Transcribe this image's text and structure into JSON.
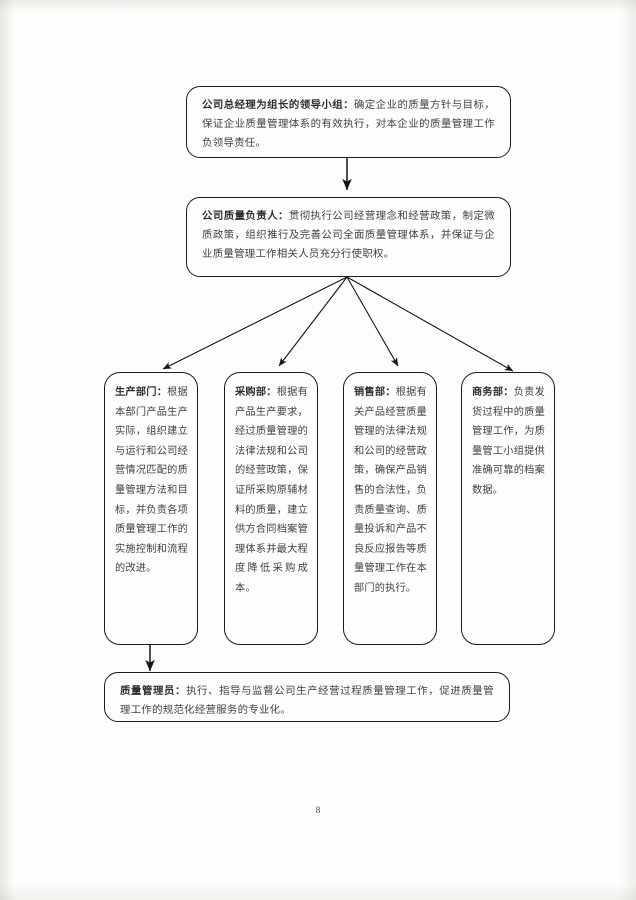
{
  "document": {
    "page_number": "8",
    "ink_color": "#1b1b1b",
    "paper_color": "#fdfdfb"
  },
  "diagram_data": {
    "type": "flowchart",
    "orientation": "top-down",
    "node_count": 7,
    "nodes": [
      {
        "id": "leading-group",
        "lead": "公司总经理为组长的领导小组：",
        "body": "确定企业的质量方针与目标，保证企业质量管理体系的有效执行，对本企业的质量管理工作负领导责任。"
      },
      {
        "id": "quality-officer",
        "lead": "公司质量负责人：",
        "body": "贯彻执行公司经营理念和经营政策，制定微质政策，组织推行及完善公司全面质量管理体系，并保证与企业质量管理工作相关人员充分行使职权。"
      },
      {
        "id": "production-department",
        "lead": "生产部门：",
        "body": "根据本部门产品生产实际，组织建立与运行和公司经营情况匹配的质量管理方法和目标，并负责各项质量管理工作的实施控制和流程的改进。"
      },
      {
        "id": "purchasing-department",
        "lead": "采购部：",
        "body": "根据有产品生产要求，经过质量管理的法律法规和公司的经营政策，保证所采购原辅材料的质量，建立供方合同档案管理体系并最大程度降低采购成本。"
      },
      {
        "id": "sales-department",
        "lead": "销售部：",
        "body": "根据有关产品经营质量管理的法律法规和公司的经营政策，确保产品销售的合法性，负责质量查询、质量投诉和产品不良反应报告等质量管理工作在本部门的执行。"
      },
      {
        "id": "business-department",
        "lead": "商务部：",
        "body": "负责发货过程中的质量管理工作，为质量管工小组提供准确可靠的档案数据。"
      },
      {
        "id": "quality-administrator",
        "lead": "质量管理员：",
        "body": "执行、指导与监督公司生产经营过程质量管理工作，促进质量管理工作的规范化经营服务的专业化。"
      }
    ],
    "edges": [
      {
        "from": "leading-group",
        "to": "quality-officer",
        "style": "straight-down-arrow"
      },
      {
        "from": "quality-officer",
        "to": "production-department",
        "style": "fan-out-arrow"
      },
      {
        "from": "quality-officer",
        "to": "purchasing-department",
        "style": "fan-out-arrow"
      },
      {
        "from": "quality-officer",
        "to": "sales-department",
        "style": "fan-out-arrow"
      },
      {
        "from": "quality-officer",
        "to": "business-department",
        "style": "fan-out-arrow"
      },
      {
        "from": "production-department",
        "to": "quality-administrator",
        "style": "straight-down-arrow"
      }
    ]
  }
}
